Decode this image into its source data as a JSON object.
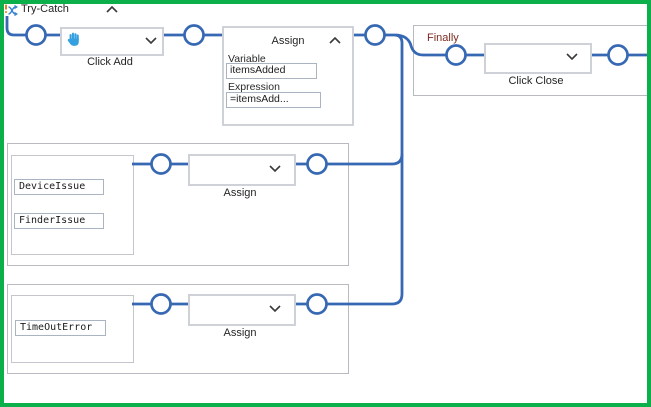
{
  "window": {
    "title": "Try-Catch"
  },
  "colors": {
    "frame_green": "#0cb04a",
    "connector_blue": "#3768b3",
    "finally_label": "#7d2b20",
    "hand_icon_blue": "#35a0e0",
    "trycatch_icon_orange": "#e07f1f"
  },
  "try_section": {
    "label": "Try-Catch",
    "click_activity": {
      "label": "Click Add"
    },
    "assign_activity": {
      "title": "Assign",
      "variable_label": "Variable",
      "variable_value": "itemsAdded",
      "expression_label": "Expression",
      "expression_value": "=itemsAdd..."
    }
  },
  "catches": [
    {
      "exception_types": [
        "DeviceIssue",
        "FinderIssue"
      ],
      "activity": {
        "label": "Assign"
      }
    },
    {
      "exception_types": [
        "TimeOutError"
      ],
      "activity": {
        "label": "Assign"
      }
    }
  ],
  "finally_section": {
    "label": "Finally",
    "activity": {
      "label": "Click Close"
    }
  }
}
